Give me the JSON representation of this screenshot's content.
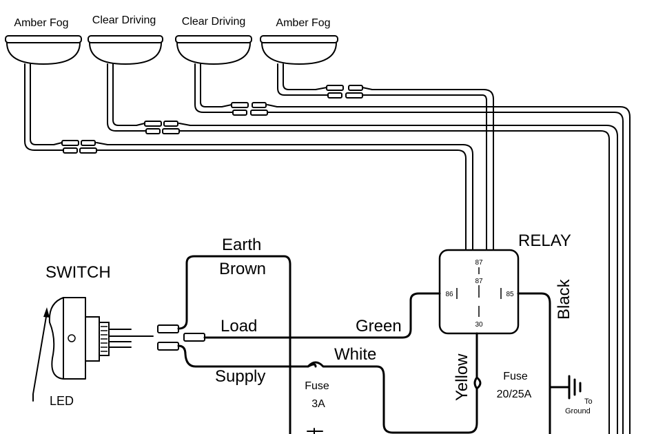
{
  "lamps": [
    {
      "label": "Amber Fog"
    },
    {
      "label": "Clear Driving"
    },
    {
      "label": "Clear Driving"
    },
    {
      "label": "Amber Fog"
    }
  ],
  "relay": {
    "title": "RELAY",
    "pins": {
      "p87a": "87",
      "p87b": "87",
      "p86": "86",
      "p85": "85",
      "p30": "30"
    }
  },
  "switch": {
    "title": "SWITCH",
    "led_label": "LED"
  },
  "wires": {
    "earth": "Earth",
    "brown": "Brown",
    "load": "Load",
    "supply": "Supply",
    "green": "Green",
    "white": "White",
    "yellow": "Yellow",
    "black": "Black"
  },
  "fuses": {
    "small": {
      "title": "Fuse",
      "rating": "3A"
    },
    "large": {
      "title": "Fuse",
      "rating": "20/25A"
    }
  },
  "ground": {
    "line1": "To",
    "line2": "Ground"
  }
}
